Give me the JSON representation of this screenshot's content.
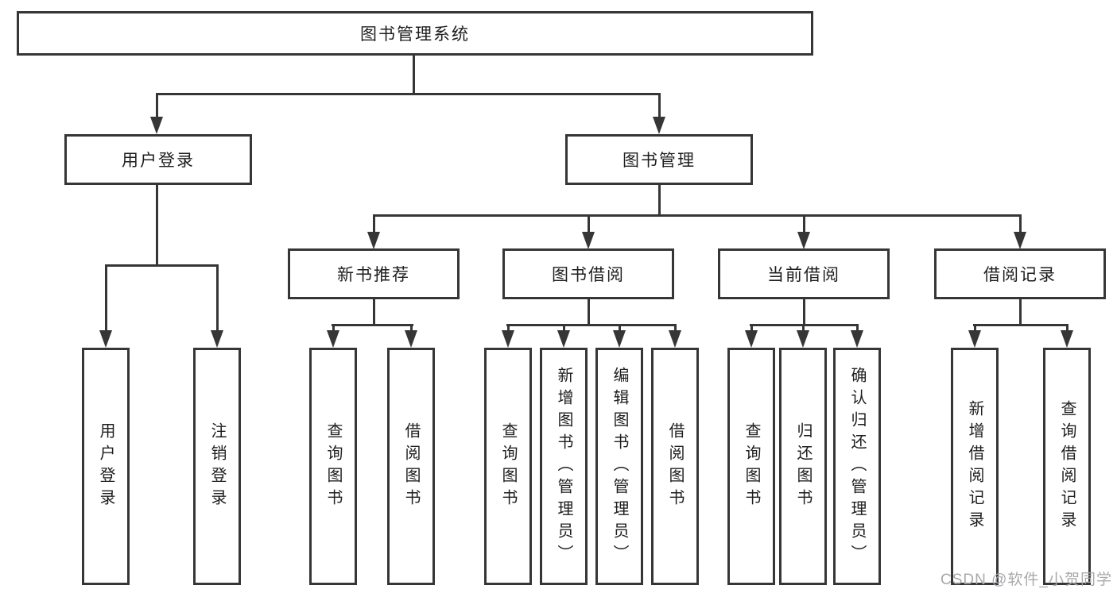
{
  "diagram": {
    "root": {
      "label": "图书管理系统"
    },
    "branches": [
      {
        "label": "用户登录",
        "children": [
          {
            "label": "用户登录"
          },
          {
            "label": "注销登录"
          }
        ]
      },
      {
        "label": "图书管理",
        "children": [
          {
            "label": "新书推荐",
            "children": [
              {
                "label": "查询图书"
              },
              {
                "label": "借阅图书"
              }
            ]
          },
          {
            "label": "图书借阅",
            "children": [
              {
                "label": "查询图书"
              },
              {
                "label": "新增图书（管理员）"
              },
              {
                "label": "编辑图书（管理员）"
              },
              {
                "label": "借阅图书"
              }
            ]
          },
          {
            "label": "当前借阅",
            "children": [
              {
                "label": "查询图书"
              },
              {
                "label": "归还图书"
              },
              {
                "label": "确认归还（管理员）"
              }
            ]
          },
          {
            "label": "借阅记录",
            "children": [
              {
                "label": "新增借阅记录"
              },
              {
                "label": "查询借阅记录"
              }
            ]
          }
        ]
      }
    ]
  },
  "watermark": {
    "text": "CSDN @软件_小贺同学"
  },
  "colors": {
    "line": "#363636",
    "text": "#1e1e1e",
    "box_fill": "#ffffff",
    "watermark": "#a9a9ae",
    "background": "#ffffff"
  }
}
